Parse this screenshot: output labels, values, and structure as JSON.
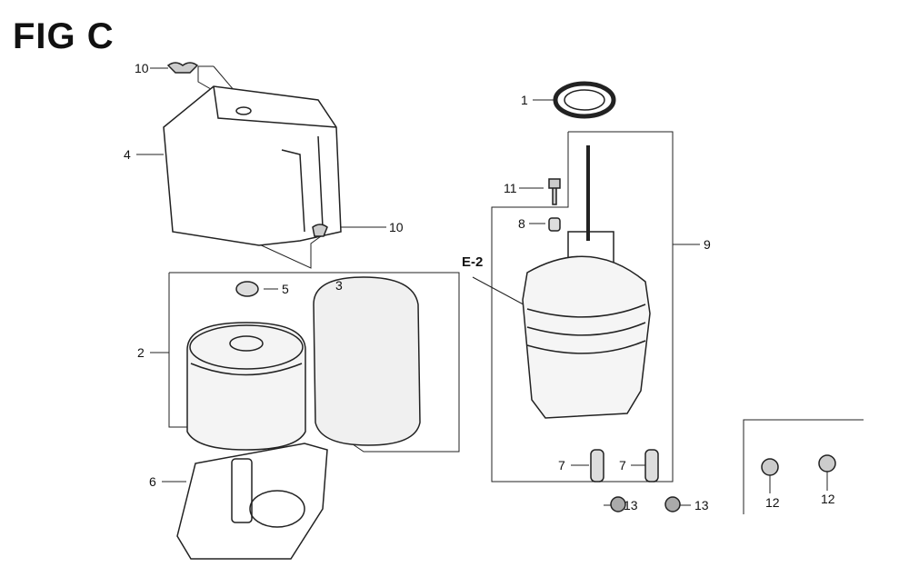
{
  "figure": {
    "title": "FIG C"
  },
  "callouts": {
    "wing_nut_top": "10",
    "cover": "4",
    "wing_nut_lower": "10",
    "nut_5": "5",
    "pre_filter": "3",
    "element": "2",
    "base": "6",
    "gasket": "1",
    "bolt": "11",
    "collar": "8",
    "elbow_assy": "9",
    "ref_e2": "E-2",
    "stud_left": "7",
    "stud_right": "7",
    "nut_left": "13",
    "nut_right": "13",
    "nut_12_left": "12",
    "nut_12_right": "12"
  }
}
